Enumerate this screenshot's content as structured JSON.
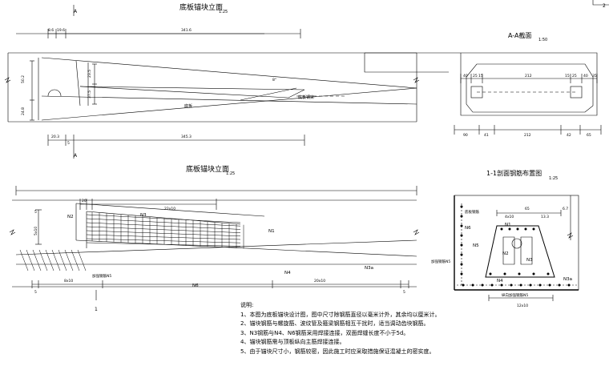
{
  "views": {
    "elevation": {
      "title": "底板锚块立面",
      "scale": "1:25",
      "section_letter": "A",
      "dims_top": [
        "8.6",
        "19.6",
        "341.6"
      ],
      "dims_bottom": [
        "20.3",
        "5",
        "345.3"
      ],
      "dims_left": [
        "50.2",
        "24.8"
      ],
      "dims_mid": [
        "23.5",
        "37.5"
      ],
      "angle": "8°",
      "labels": {
        "bottom_plate": "底板",
        "bottom_bundle": "底板钢束"
      }
    },
    "plan": {
      "title": "底板锚块立面",
      "scale": "1:25",
      "dims_top": [
        "20",
        "22x10"
      ],
      "dims_left": [
        "5",
        "5x10"
      ],
      "dims_bottom": [
        "5",
        "8x10",
        "20x10",
        "5"
      ],
      "section_mark": "1",
      "bars": {
        "n1": "N1",
        "n2": "N2",
        "n3": "N3",
        "n3a": "N3a",
        "n4": "N4",
        "n6": "N6"
      },
      "label_rebar": "加强钢筋N5"
    },
    "section_aa": {
      "title": "A-A截面",
      "scale": "1:50",
      "dims_top": [
        "40",
        "25",
        "15",
        "212",
        "15",
        "25",
        "40",
        "35"
      ],
      "dims_bottom": [
        "90",
        "41",
        "212",
        "42",
        "65"
      ]
    },
    "section_11": {
      "title": "1-1剖面钢筋布置图",
      "scale": "1:25",
      "dims": [
        "65",
        "4x10",
        "13.3",
        "6.7",
        "12x10"
      ],
      "bars": {
        "n1": "N1",
        "n2": "N2",
        "n3": "N3",
        "n3a": "N3a",
        "n4": "N4",
        "n5": "N5",
        "n6": "N6"
      },
      "labels": {
        "bottom_rebar": "底板钢筋",
        "strengthen": "加强钢筋N5",
        "longitudinal": "纵向加强钢筋N5"
      }
    }
  },
  "notes": {
    "heading": "说明:",
    "items": [
      "1、本图为底板锚块设计图，图中尺寸除钢筋直径以毫米计外，其余均以厘米计。",
      "2、锚块钢筋与螺旋筋、波纹管及箍梁钢筋相互干扰时，适当调动齿块钢筋。",
      "3、N3钢筋与N4、N6钢筋采用焊接连接，双面焊缝长度不小于5d。",
      "4、锚块钢筋需与顶板纵向主筋焊接连接。",
      "5、由于锚块尺寸小，钢筋较密，因此施工时应采取措施保证混凝土的密实度。"
    ]
  },
  "corner_mark": "2"
}
